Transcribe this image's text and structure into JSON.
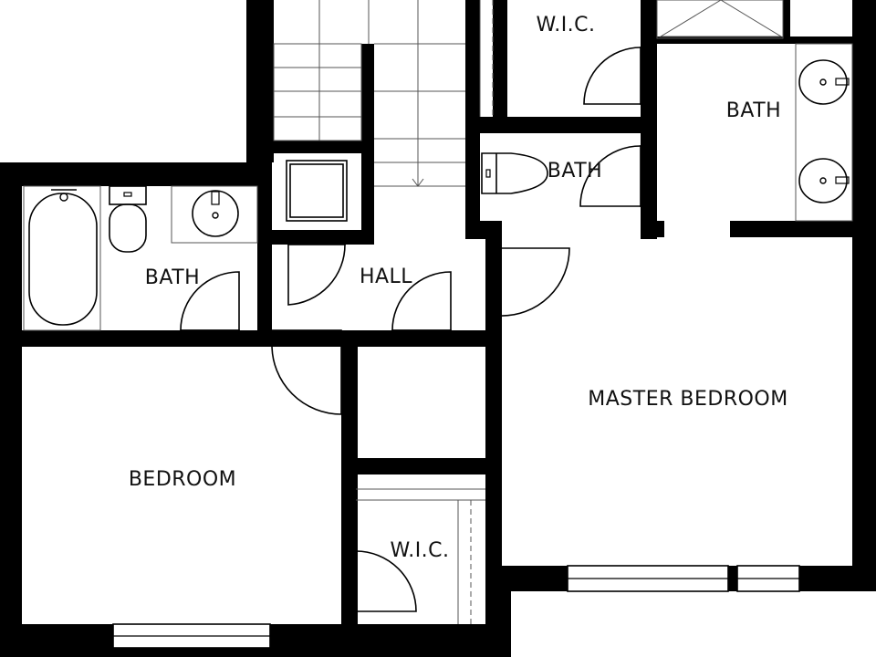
{
  "floor_plan": {
    "rooms": {
      "wic_top": "W.I.C.",
      "bath_master": "BATH",
      "bath_hall": "BATH",
      "bath_left": "BATH",
      "hall": "HALL",
      "master_bedroom": "MASTER BEDROOM",
      "bedroom": "BEDROOM",
      "wic_bottom": "W.I.C."
    },
    "colors": {
      "wall": "#000000",
      "background": "#ffffff",
      "fixture": "#000000"
    }
  }
}
